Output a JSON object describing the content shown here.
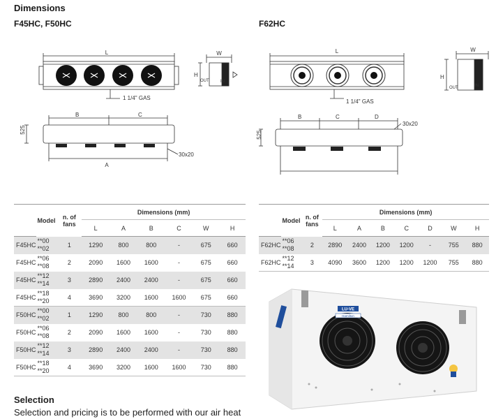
{
  "headings": {
    "dimensions": "Dimensions",
    "left_models": "F45HC, F50HC",
    "right_models": "F62HC",
    "selection": "Selection",
    "selection_text": "Selection and pricing is to be performed with our air heat"
  },
  "drawing_labels": {
    "L": "L",
    "W": "W",
    "H": "H",
    "A": "A",
    "B": "B",
    "C": "C",
    "D": "D",
    "gas": "1 1/4\" GAS",
    "depth": "525",
    "bracket": "30x20",
    "out": "OUT",
    "in": "IN"
  },
  "table_left": {
    "model_header": "Model",
    "fans_header_1": "n. of",
    "fans_header_2": "fans",
    "dims_header": "Dimensions (mm)",
    "columns": [
      "L",
      "A",
      "B",
      "C",
      "W",
      "H"
    ],
    "rows": [
      {
        "model": "F45HC",
        "code1": "**00",
        "code2": "**02",
        "fans": "1",
        "L": "1290",
        "A": "800",
        "B": "800",
        "C": "-",
        "W": "675",
        "H": "660"
      },
      {
        "model": "F45HC",
        "code1": "**06",
        "code2": "**08",
        "fans": "2",
        "L": "2090",
        "A": "1600",
        "B": "1600",
        "C": "-",
        "W": "675",
        "H": "660"
      },
      {
        "model": "F45HC",
        "code1": "**12",
        "code2": "**14",
        "fans": "3",
        "L": "2890",
        "A": "2400",
        "B": "2400",
        "C": "-",
        "W": "675",
        "H": "660"
      },
      {
        "model": "F45HC",
        "code1": "**18",
        "code2": "**20",
        "fans": "4",
        "L": "3690",
        "A": "3200",
        "B": "1600",
        "C": "1600",
        "W": "675",
        "H": "660"
      },
      {
        "model": "F50HC",
        "code1": "**00",
        "code2": "**02",
        "fans": "1",
        "L": "1290",
        "A": "800",
        "B": "800",
        "C": "-",
        "W": "730",
        "H": "880"
      },
      {
        "model": "F50HC",
        "code1": "**06",
        "code2": "**08",
        "fans": "2",
        "L": "2090",
        "A": "1600",
        "B": "1600",
        "C": "-",
        "W": "730",
        "H": "880"
      },
      {
        "model": "F50HC",
        "code1": "**12",
        "code2": "**14",
        "fans": "3",
        "L": "2890",
        "A": "2400",
        "B": "2400",
        "C": "-",
        "W": "730",
        "H": "880"
      },
      {
        "model": "F50HC",
        "code1": "**18",
        "code2": "**20",
        "fans": "4",
        "L": "3690",
        "A": "3200",
        "B": "1600",
        "C": "1600",
        "W": "730",
        "H": "880"
      }
    ]
  },
  "table_right": {
    "model_header": "Model",
    "fans_header_1": "n. of",
    "fans_header_2": "fans",
    "dims_header": "Dimensions (mm)",
    "columns": [
      "L",
      "A",
      "B",
      "C",
      "D",
      "W",
      "H"
    ],
    "rows": [
      {
        "model": "F62HC",
        "code1": "**06",
        "code2": "**08",
        "fans": "2",
        "L": "2890",
        "A": "2400",
        "B": "1200",
        "C": "1200",
        "D": "-",
        "W": "755",
        "H": "880"
      },
      {
        "model": "F62HC",
        "code1": "**12",
        "code2": "**14",
        "fans": "3",
        "L": "4090",
        "A": "3600",
        "B": "1200",
        "C": "1200",
        "D": "1200",
        "W": "755",
        "H": "880"
      }
    ]
  },
  "product": {
    "brand_badge": "LU-VE",
    "brand_name": "Hamilton"
  },
  "colors": {
    "table_stripe": "#e3e3e3",
    "badge_blue": "#1f4e9c",
    "unit_body": "#f4f4f4"
  }
}
